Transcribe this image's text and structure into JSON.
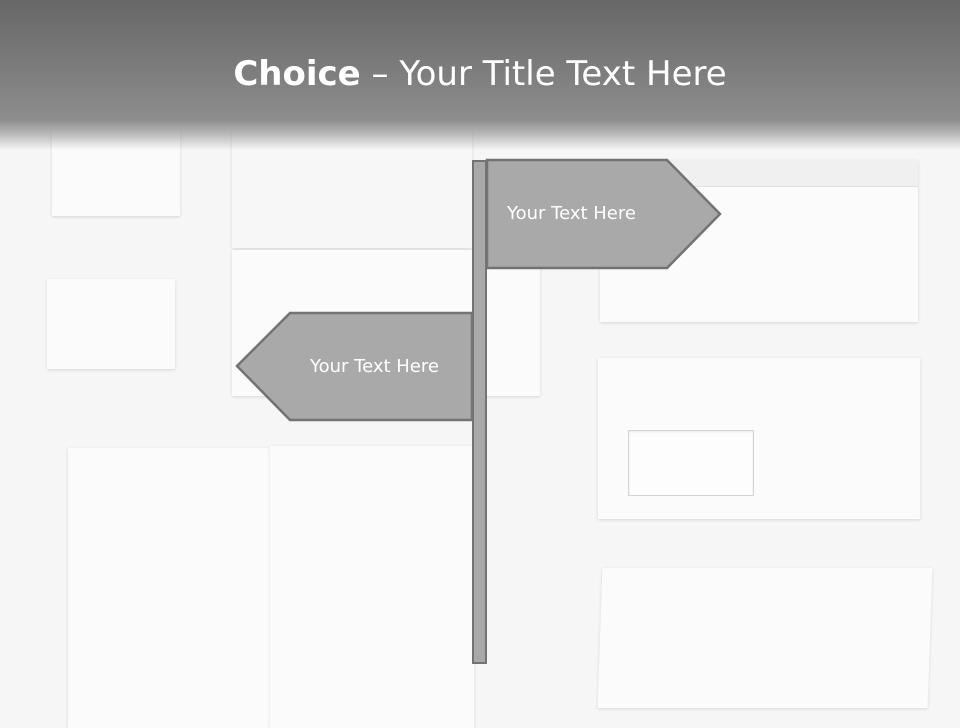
{
  "slide": {
    "title_bold": "Choice",
    "title_rest": " – Your Title Text Here"
  },
  "signs": {
    "right_text": "Your Text Here",
    "left_text": "Your Text Here"
  },
  "colors": {
    "header": "#7a7a7a",
    "sign_fill": "#a9a9a9",
    "sign_border": "#737373",
    "text": "#ffffff"
  }
}
